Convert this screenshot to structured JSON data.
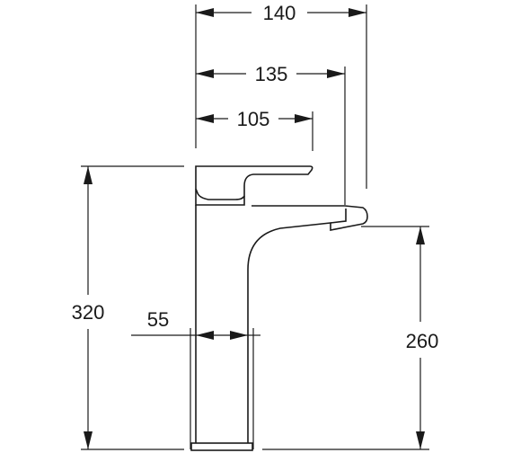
{
  "dimensions": {
    "total_width": "140",
    "spout_reach": "135",
    "handle_reach": "105",
    "total_height": "320",
    "body_width": "55",
    "spout_height": "260"
  },
  "colors": {
    "line": "#1a1a1a",
    "background": "#ffffff"
  }
}
